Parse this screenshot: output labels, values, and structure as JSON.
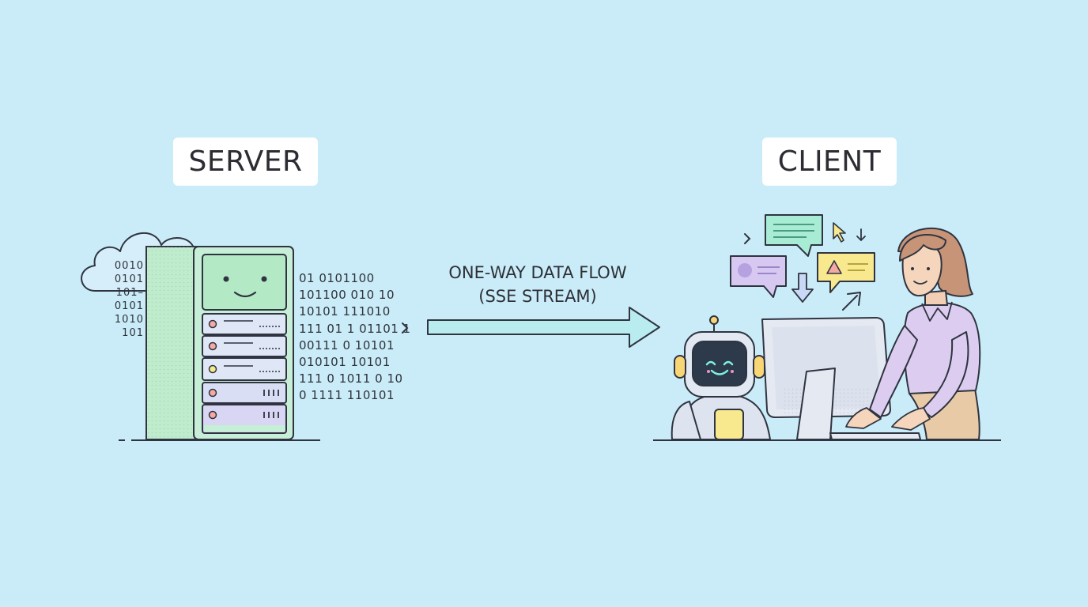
{
  "labels": {
    "server": "SERVER",
    "client": "CLIENT"
  },
  "flow": {
    "line1": "ONE-WAY DATA FLOW",
    "line2": "(SSE STREAM)"
  },
  "binary_left": [
    "0010",
    "0101",
    "101–",
    "0101",
    "1010",
    "101"
  ],
  "binary_right": [
    "01 0101100",
    "101100 010 10",
    "10101 111010",
    "111 01 1 01101 1",
    "00111 0 10101",
    "010101 10101",
    "111 0 1011 0 10",
    "0 1111 110101"
  ],
  "colors": {
    "background": "#c9ecf8",
    "server_green": "#bfeccd",
    "arrow_fill": "#b9ecef",
    "bubble_green": "#a9ecd6",
    "bubble_purple": "#d7c8f2",
    "bubble_yellow": "#f8e98e",
    "shirt_purple": "#dccdf0"
  },
  "icons": {
    "cloud": "cloud-icon",
    "server": "server-rack-icon",
    "robot": "robot-icon",
    "person": "person-icon",
    "computer": "monitor-icon",
    "cursor": "cursor-icon"
  }
}
